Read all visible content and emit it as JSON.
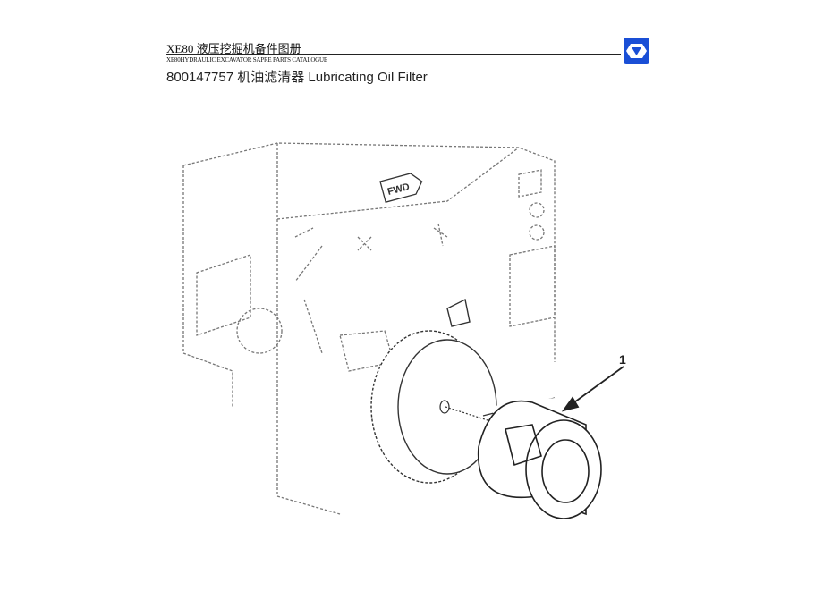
{
  "header": {
    "title_cn": "XE80 液压挖掘机备件图册",
    "title_en": "XE80HYDRAULIC EXCAVATOR SAPRE PARTS CATALOGUE",
    "part_line": "800147757  机油滤清器  Lubricating Oil Filter",
    "logo_color": "#1a4fd6"
  },
  "figure": {
    "callout": "1",
    "fwd_label": "FWD"
  }
}
